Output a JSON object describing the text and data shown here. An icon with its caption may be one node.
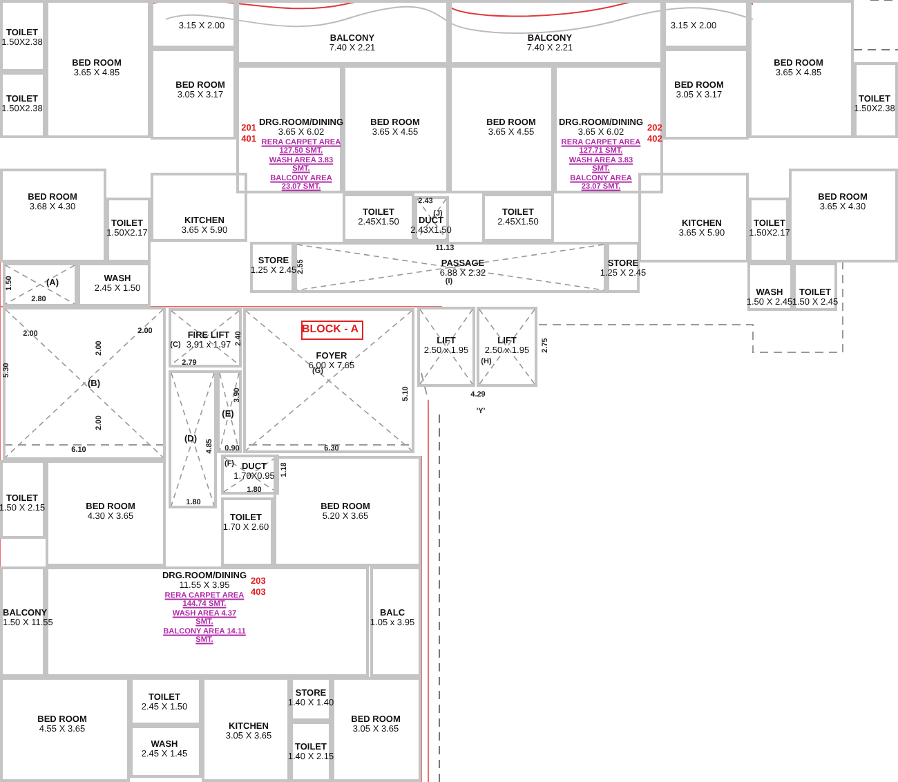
{
  "diagram": {
    "nodes": [
      {
        "text": [
          "TOILET",
          "1.50X2.38"
        ]
      },
      {
        "text": [
          "TOILET",
          "1.50X2.38"
        ]
      },
      {
        "text": [
          "BED ROOM",
          "3.65 X 4.85"
        ]
      },
      {
        "text": [
          "BED ROOM",
          "3.05 X 3.17"
        ]
      },
      {
        "text": [
          "3.15 X 2.00"
        ]
      },
      {
        "text": [
          "BALCONY",
          "7.40 X 2.21"
        ]
      },
      {
        "text": [
          "DRG.ROOM/DINING",
          "3.65 X 6.02",
          "RERA CARPET AREA 127.50 SMT.",
          "WASH AREA 3.83 SMT.",
          "BALCONY AREA 23.07 SMT.",
          "201",
          "401"
        ]
      },
      {
        "text": [
          "BED ROOM",
          "3.65 X 4.55"
        ]
      },
      {
        "text": [
          "BED ROOM",
          "3.68 X 4.30"
        ]
      },
      {
        "text": [
          "TOILET",
          "1.50X2.17"
        ]
      },
      {
        "text": [
          "KITCHEN",
          "3.65 X 5.90"
        ]
      },
      {
        "text": [
          "TOILET",
          "2.45X1.50"
        ]
      },
      {
        "text": [
          "DUCT",
          "2.43X1.50"
        ]
      },
      {
        "text": [
          "STORE",
          "1.25 X 2.45"
        ]
      },
      {
        "text": [
          "PASSAGE",
          "6.88 X 2.32"
        ]
      },
      {
        "text": [
          "TOILET",
          "2.45X1.50"
        ]
      },
      {
        "text": [
          "BALCONY",
          "7.40 X 2.21"
        ]
      },
      {
        "text": [
          "3.15 X 2.00"
        ]
      },
      {
        "text": [
          "BED ROOM",
          "3.65 X 4.55"
        ]
      },
      {
        "text": [
          "DRG.ROOM/DINING",
          "3.65 X 6.02",
          "RERA CARPET AREA 127.71 SMT.",
          "WASH AREA 3.83 SMT.",
          "BALCONY AREA 23.07 SMT.",
          "202",
          "402"
        ]
      },
      {
        "text": [
          "BED ROOM",
          "3.05 X 3.17"
        ]
      },
      {
        "text": [
          "BED ROOM",
          "3.65 X 4.85"
        ]
      },
      {
        "text": [
          "TOILET",
          "1.50X2.38"
        ]
      },
      {
        "text": [
          "KITCHEN",
          "3.65 X 5.90"
        ]
      },
      {
        "text": [
          "TOILET",
          "1.50X2.17"
        ]
      },
      {
        "text": [
          "BED ROOM",
          "3.65 X 4.30"
        ]
      },
      {
        "text": [
          "STORE",
          "1.25 X 2.45"
        ]
      },
      {
        "text": [
          "WASH",
          "1.50 X 2.45"
        ]
      },
      {
        "text": [
          "TOILET",
          "1.50 X 2.45"
        ]
      },
      {
        "text": [
          "WASH",
          "2.45 X 1.50"
        ]
      },
      {
        "text": [
          "(A)"
        ]
      },
      {
        "text": [
          "(B)"
        ]
      },
      {
        "text": [
          "FIRE LIFT",
          "3.91 x 1.97"
        ]
      },
      {
        "text": [
          "(D)"
        ]
      },
      {
        "text": [
          "(E)"
        ]
      },
      {
        "text": [
          "FOYER",
          "6.00 X 7.65"
        ]
      },
      {
        "text": [
          "BLOCK - A"
        ],
        "in": 35
      },
      {
        "text": [
          "DUCT",
          "1.70X0.95"
        ]
      },
      {
        "text": [
          "LIFT",
          "2.50 x 1.95"
        ]
      },
      {
        "text": [
          "LIFT",
          "2.50 x 1.95"
        ]
      },
      {
        "text": [
          "TOILET",
          "1.50 X 2.15"
        ]
      },
      {
        "text": [
          "BED ROOM",
          "4.30 X 3.65"
        ]
      },
      {
        "text": [
          "TOILET",
          "1.70 X 2.60"
        ]
      },
      {
        "text": [
          "BED ROOM",
          "5.20 X 3.65"
        ]
      },
      {
        "text": [
          "BALCONY",
          "1.50 X 11.55"
        ]
      },
      {
        "text": [
          "DRG.ROOM/DINING",
          "11.55 X 3.95",
          "RERA CARPET AREA 144.74 SMT.",
          "WASH AREA 4.37 SMT.",
          "BALCONY AREA 14.11 SMT.",
          "203",
          "403"
        ]
      },
      {
        "text": [
          "BALC",
          "1.05 x 3.95"
        ]
      },
      {
        "text": [
          "BED ROOM",
          "4.55 X 3.65"
        ]
      },
      {
        "text": [
          "TOILET",
          "2.45 X 1.50"
        ]
      },
      {
        "text": [
          "WASH",
          "2.45 X 1.45"
        ]
      },
      {
        "text": [
          "KITCHEN",
          "3.05 X 3.65"
        ]
      },
      {
        "text": [
          "STORE",
          "1.40 X 1.40"
        ]
      },
      {
        "text": [
          "TOILET",
          "1.40 X 2.15"
        ]
      },
      {
        "text": [
          "BED ROOM",
          "3.05 X 3.65"
        ]
      }
    ],
    "labels": [
      "1.50",
      "2.80",
      "2.00",
      "2.00",
      "2.00",
      "2.00",
      "5.30",
      "6.10",
      "2.43",
      "(J)",
      "11.13",
      "2.55",
      "(I)",
      "(C)",
      "2.40",
      "2.79",
      "(G)",
      "3.90",
      "4.85",
      "0.90",
      "6.30",
      "5.10",
      "(F)",
      "1.18",
      "1.80",
      "1.80",
      "2.75",
      "(H)",
      "4.29",
      "'Y'"
    ]
  }
}
